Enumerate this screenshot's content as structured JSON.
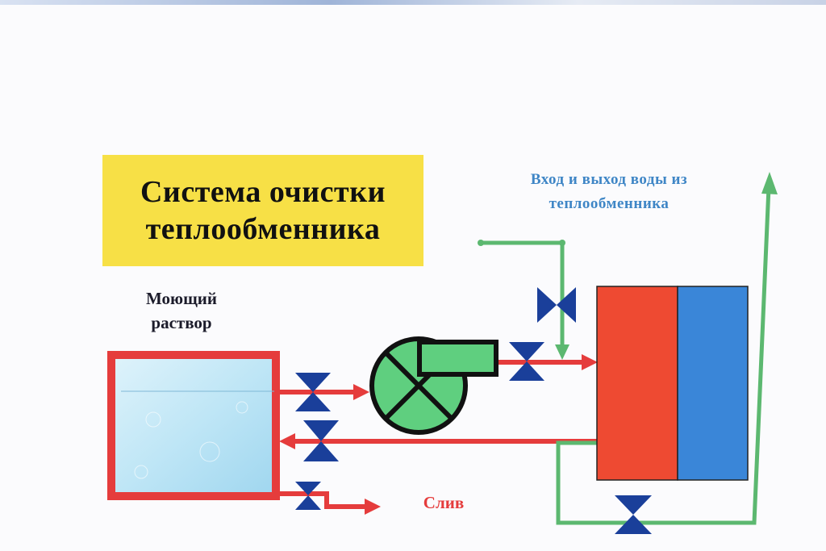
{
  "title": {
    "line1": "Система очистки",
    "line2": "теплообменника"
  },
  "labels": {
    "washing_solution_line1": "Моющий",
    "washing_solution_line2": "раствор",
    "water_io_line1": "Вход и выход воды из",
    "water_io_line2": "теплообменника",
    "drain": "Слив"
  },
  "colors": {
    "title_background": "#f7e046",
    "circulation_line": "#e53c3c",
    "water_line": "#5cb870",
    "valve": "#1a3f9a",
    "pump": "#5fcf7f",
    "exchanger_hot": "#ee4a32",
    "exchanger_cold": "#3a86d8",
    "tank_frame": "#e53c3c"
  }
}
